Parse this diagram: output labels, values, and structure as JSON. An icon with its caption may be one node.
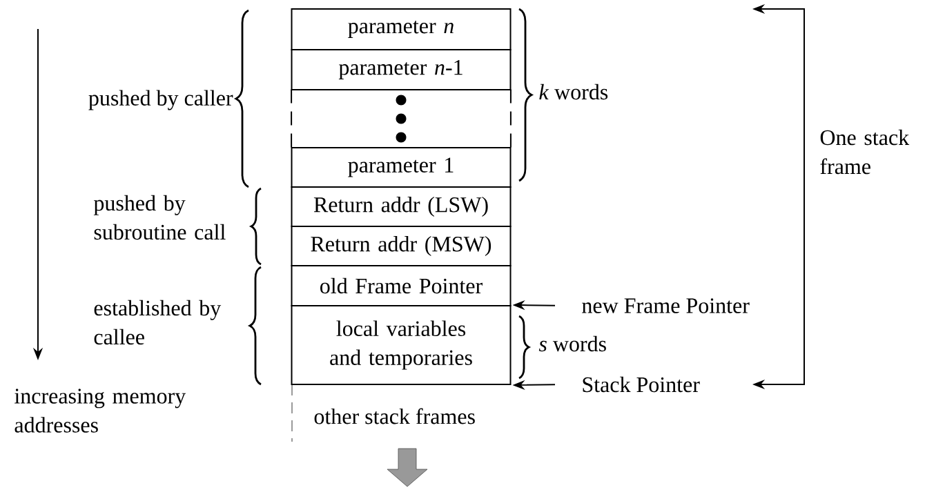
{
  "diagram": {
    "nodes": [
      {
        "text": [
          "parameter *n*"
        ]
      },
      {
        "text": [
          "parameter *n*-1"
        ]
      },
      {
        "text": [],
        "shape": "box"
      },
      {
        "text": [
          "parameter 1"
        ]
      },
      {
        "text": [
          "Return addr (LSW)"
        ]
      },
      {
        "text": [
          "Return addr (MSW)"
        ]
      },
      {
        "text": [
          "old Frame Pointer"
        ]
      },
      {
        "text": [
          "local variables and temporaries"
        ]
      },
      {
        "text": [
          "new Frame Pointer"
        ]
      },
      {
        "text": [
          "Stack Pointer"
        ]
      }
    ],
    "edges": [
      {
        "from": 8,
        "to": 7,
        "arrow": "to"
      },
      {
        "from": 9,
        "to": 7,
        "arrow": "to"
      }
    ],
    "labels": [
      "pushed by caller",
      "*k* words",
      "One stack frame",
      "pushed by subroutine call",
      "established by callee",
      "*s* words",
      "increasing memory addresses",
      "other stack frames"
    ]
  }
}
